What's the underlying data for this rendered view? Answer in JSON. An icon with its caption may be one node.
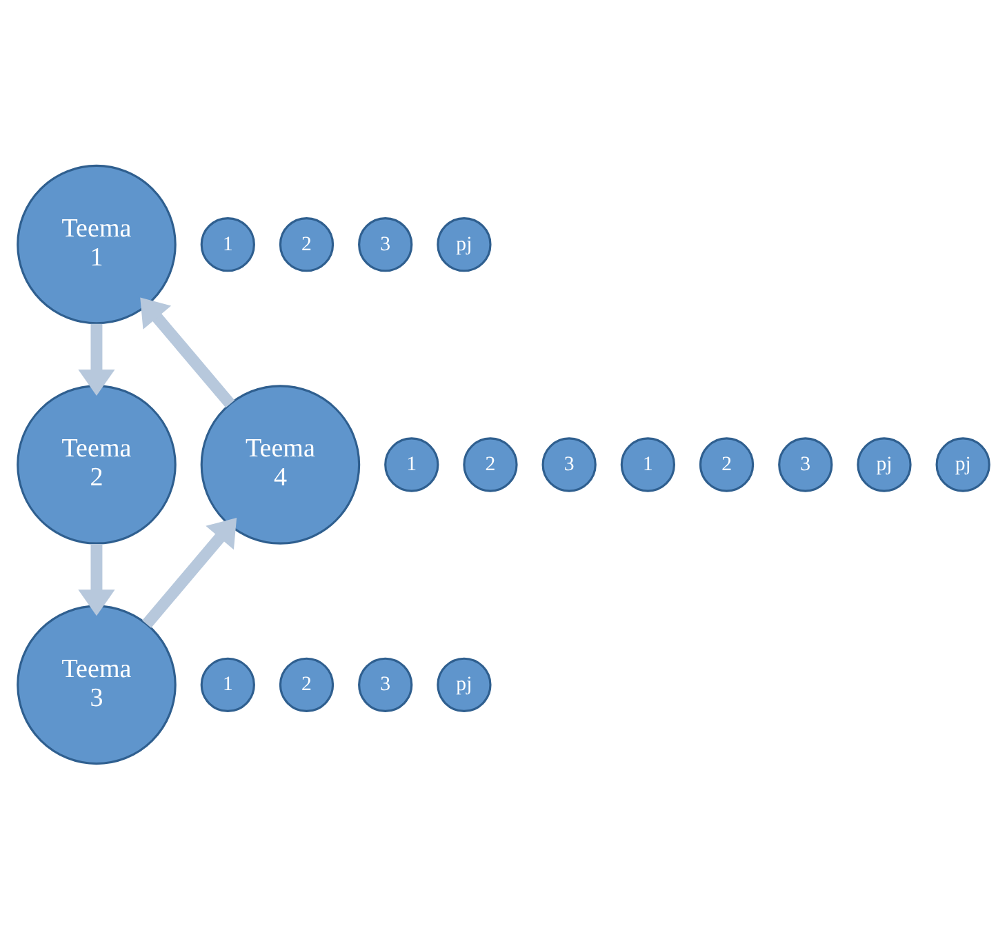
{
  "diagram": {
    "nodes": [
      {
        "text": [
          "Teema 1"
        ]
      },
      {
        "text": [
          "1"
        ]
      },
      {
        "text": [
          "2"
        ]
      },
      {
        "text": [
          "3"
        ]
      },
      {
        "text": [
          "Teema 2"
        ]
      },
      {
        "text": [
          "1"
        ]
      },
      {
        "text": [
          "2"
        ]
      },
      {
        "text": [
          "3"
        ]
      },
      {
        "text": [
          "Teema 3"
        ]
      },
      {
        "text": [
          "1"
        ]
      },
      {
        "text": [
          "2"
        ]
      },
      {
        "text": [
          "3"
        ]
      },
      {
        "text": [
          "Teema 4"
        ]
      },
      {
        "text": [
          "1"
        ]
      },
      {
        "text": [
          "2"
        ]
      },
      {
        "text": [
          "3"
        ]
      },
      {
        "text": [
          "pj"
        ]
      },
      {
        "text": [
          "pj"
        ]
      },
      {
        "text": [
          "pj"
        ]
      },
      {
        "text": [
          "pj"
        ]
      }
    ],
    "edges": [
      {
        "from": 12,
        "to": 0,
        "arrow": "to"
      },
      {
        "from": 0,
        "to": 4,
        "arrow": "to"
      },
      {
        "from": 4,
        "to": 8,
        "arrow": "to"
      },
      {
        "from": 8,
        "to": 12,
        "arrow": "to"
      }
    ]
  }
}
